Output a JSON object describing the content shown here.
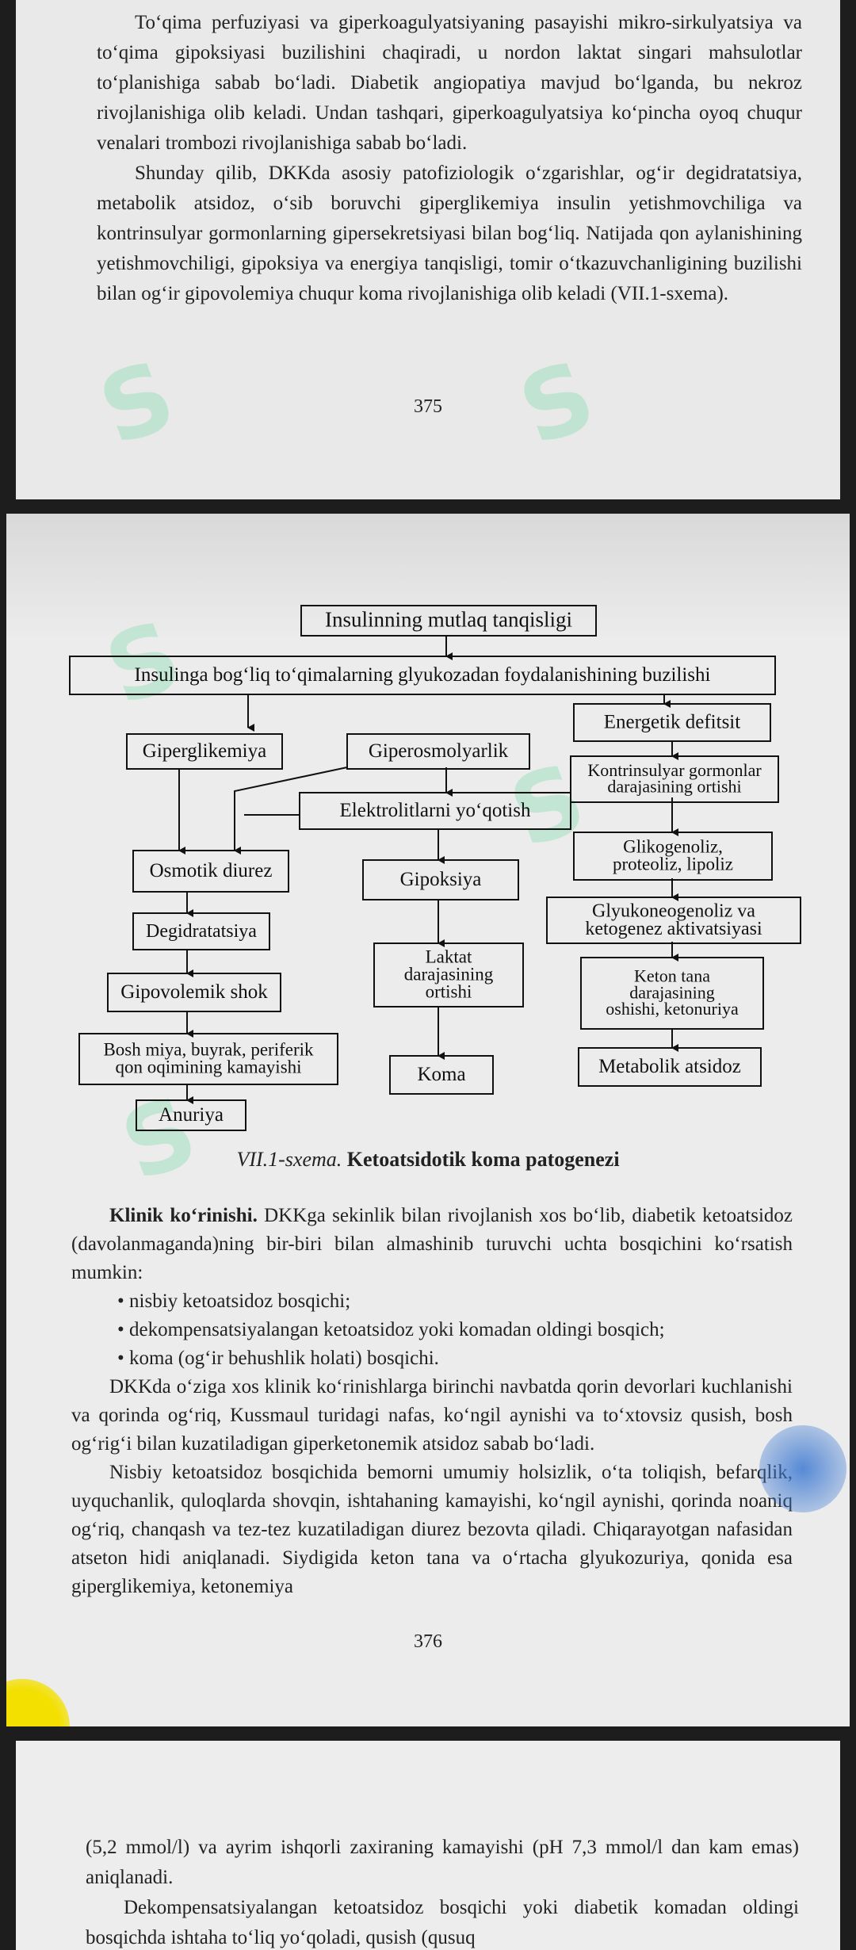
{
  "page1": {
    "paragraphs": [
      "To‘qima perfuziyasi va giperkoagulyatsiyaning pasayishi mikro-sirkulyatsiya va to‘qima gipoksiyasi buzilishini chaqiradi, u nordon laktat singari mahsulotlar to‘planishiga sabab bo‘ladi. Diabetik angiopatiya mavjud bo‘lganda, bu nekroz rivojlanishiga olib keladi. Undan tashqari, giperkoagulyatsiya ko‘pincha oyoq chuqur venalari trombozi rivojlanishiga sabab bo‘ladi.",
      "Shunday qilib, DKKda asosiy patofiziologik o‘zgarishlar, og‘ir degidratatsiya, metabolik atsidoz, o‘sib boruvchi giperglikemiya insulin yetishmovchiliga va kontrinsulyar gormonlarning gipersekretsiyasi bilan bog‘liq. Natijada qon aylanishining yetishmovchiligi, gipoksiya va energiya tanqisligi, tomir o‘tkazuvchanligining buzilishi bilan og‘ir gipovolemiya chuqur koma rivojlanishiga olib keladi (VII.1-sxema)."
    ],
    "page_number": "375"
  },
  "diagram": {
    "boxes": {
      "b1": [
        "Insulinning mutlaq tanqisligi"
      ],
      "b2": [
        "Insulinga bog‘liq to‘qimalarning glyukozadan foydalanishining buzilishi"
      ],
      "b3": [
        "Energetik defitsit"
      ],
      "b4": [
        "Giperglikemiya"
      ],
      "b5": [
        "Giperosmolyarlik"
      ],
      "b6": [
        "Kontrinsulyar gormonlar",
        "darajasining ortishi"
      ],
      "b7": [
        "Elektrolitlarni yo‘qotish"
      ],
      "b8": [
        "Glikogenoliz,",
        "proteoliz, lipoliz"
      ],
      "b9": [
        "Osmotik diurez"
      ],
      "b10": [
        "Gipoksiya"
      ],
      "b11": [
        "Glyukoneogenoliz va",
        "ketogenez aktivatsiyasi"
      ],
      "b12": [
        "Degidratatsiya"
      ],
      "b13": [
        "Laktat",
        "darajasining",
        "ortishi"
      ],
      "b14": [
        "Keton tana",
        "darajasining",
        "oshishi, ketonuriya"
      ],
      "b15": [
        "Gipovolemik shok"
      ],
      "b16": [
        "Bosh miya, buyrak, periferik",
        "qon oqimining kamayishi"
      ],
      "b17": [
        "Koma"
      ],
      "b18": [
        "Metabolik atsidoz"
      ],
      "b19": [
        "Anuriya"
      ]
    }
  },
  "caption": {
    "label": "VII.1-sxema.",
    "title": "Ketoatsidotik koma patogenezi"
  },
  "page2": {
    "heading": "Klinik ko‘rinishi.",
    "intro_rest": " DKKga sekinlik bilan rivojlanish xos bo‘lib, diabetik ketoatsidoz (davolanmaganda)ning bir-biri bilan almashinib turuvchi uchta bosqichini ko‘rsatish mumkin:",
    "bullets": [
      "nisbiy ketoatsidoz bosqichi;",
      "dekompensatsiyalangan ketoatsidoz yoki komadan oldingi bosqich;",
      "koma (og‘ir behushlik holati) bosqichi."
    ],
    "paragraphs": [
      "DKKda o‘ziga xos klinik ko‘rinishlarga birinchi navbatda qorin devorlari kuchlanishi va qorinda og‘riq, Kussmaul turidagi nafas, ko‘ngil aynishi va to‘xtovsiz qusish, bosh og‘rig‘i bilan kuzatiladigan giperketonemik atsidoz sabab bo‘ladi.",
      "Nisbiy ketoatsidoz bosqichida bemorni umumiy holsizlik, o‘ta toliqish, befarqlik, uyquchanlik, quloqlarda shovqin, ishtahaning kamayishi, ko‘ngil aynishi, qorinda noaniq og‘riq, chanqash va tez-tez kuzatiladigan diurez bezovta qiladi. Chiqarayotgan nafasidan atseton hidi aniqlanadi. Siydigida keton tana va o‘rtacha glyukozuriya, qonida esa giperglikemiya, ketonemiya"
    ],
    "page_number": "376"
  },
  "page3": {
    "paragraphs": [
      "(5,2 mmol/l) va ayrim ishqorli zaxiraning kamayishi (pH 7,3 mmol/l dan kam emas) aniqlanadi.",
      "Dekompensatsiyalangan ketoatsidoz bosqichi yoki diabetik komadan oldingi bosqichda ishtaha to‘liq yo‘qoladi, qusish (qusuq"
    ]
  }
}
